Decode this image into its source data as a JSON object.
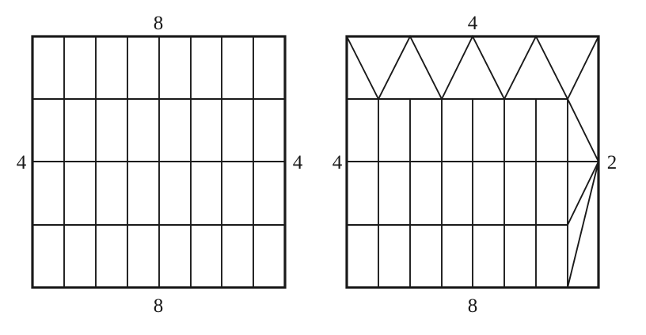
{
  "left_figure": {
    "top_label": "8",
    "bottom_label": "8",
    "left_label": "4",
    "right_label": "4"
  },
  "right_figure": {
    "top_label": "4",
    "bottom_label": "8",
    "left_label": "4",
    "right_label": "2"
  }
}
